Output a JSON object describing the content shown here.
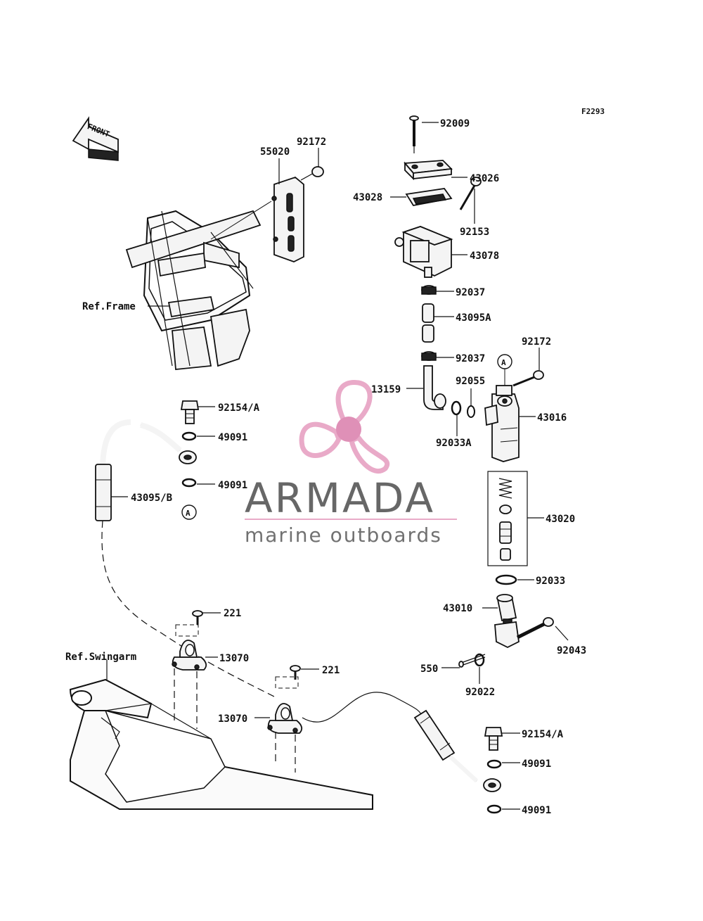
{
  "figure_code": "F2293",
  "front_label": "FRONT",
  "ref_labels": {
    "frame": "Ref.Frame",
    "swingarm": "Ref.Swingarm"
  },
  "callouts": {
    "p92009": "92009",
    "p43026": "43026",
    "p43028": "43028",
    "p92153": "92153",
    "p43078": "43078",
    "p92037_top": "92037",
    "p43095A": "43095A",
    "p92037_bottom": "92037",
    "p92172_right": "92172",
    "p13159": "13159",
    "p92055": "92055",
    "p43016": "43016",
    "p92033A": "92033A",
    "p43020": "43020",
    "p92033": "92033",
    "p43010": "43010",
    "p92043": "92043",
    "p550": "550",
    "p92022": "92022",
    "p92154A_bottom": "92154/A",
    "p49091_bottom1": "49091",
    "p49091_bottom2": "49091",
    "p92172_left": "92172",
    "p55020": "55020",
    "p92154A_top": "92154/A",
    "p49091_top1": "49091",
    "p49091_top2": "49091",
    "p43095B": "43095/B",
    "p221_left": "221",
    "p13070_left": "13070",
    "p221_right": "221",
    "p13070_right": "13070",
    "marker_a": "A"
  },
  "watermark": {
    "title": "ARMADA",
    "subtitle": "marine outboards",
    "accent_color": "#e8a6c6",
    "accent_dark": "#de8bb4"
  }
}
